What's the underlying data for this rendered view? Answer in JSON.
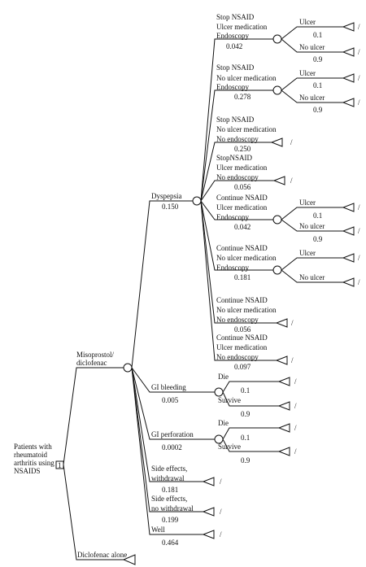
{
  "root": {
    "label_lines": [
      "Patients with",
      "rheumatoid",
      "arthritis using",
      "NSAIDS"
    ],
    "decision_symbol": "1"
  },
  "branches": {
    "miso": {
      "label_lines": [
        "Misoprostol/",
        "diclofenac"
      ]
    },
    "diclo": {
      "label": "Diclofenac alone"
    }
  },
  "dyspepsia": {
    "label": "Dyspepsia",
    "prob": "0.150"
  },
  "dyspepsia_strategies": [
    {
      "lines": [
        "Stop NSAID",
        "Ulcer medication",
        "Endoscopy"
      ],
      "prob": "0.042"
    },
    {
      "lines": [
        "Stop NSAID",
        "No ulcer medication",
        "Endoscopy"
      ],
      "prob": "0.278"
    },
    {
      "lines": [
        "Stop NSAID",
        "No ulcer medication",
        "No endoscopy"
      ],
      "prob": "0.250"
    },
    {
      "lines": [
        "StopNSAID",
        "Ulcer medication",
        "No endoscopy"
      ],
      "prob": "0.056"
    },
    {
      "lines": [
        "Continue NSAID",
        "Ulcer medication",
        "Endoscopy"
      ],
      "prob": "0.042"
    },
    {
      "lines": [
        "Continue NSAID",
        "No ulcer medication",
        "Endoscopy"
      ],
      "prob": "0.181"
    },
    {
      "lines": [
        "Continue NSAID",
        "No ulcer medication",
        "No endoscopy"
      ],
      "prob": "0.056"
    },
    {
      "lines": [
        "Continue NSAID",
        "Ulcer medication",
        "No endoscopy"
      ],
      "prob": "0.097"
    }
  ],
  "ulcer_outcomes": {
    "ulcer": "Ulcer",
    "no_ulcer": "No ulcer",
    "ulcer_prob": "0.1",
    "no_ulcer_prob": "0.9"
  },
  "gi_bleeding": {
    "label": "GI bleeding",
    "prob": "0.005",
    "die": "Die",
    "die_prob": "0.1",
    "survive": "Survive",
    "survive_prob": "0.9"
  },
  "gi_perforation": {
    "label": "GI perforation",
    "prob": "0.0002",
    "die": "Die",
    "die_prob": "0.1",
    "survive": "Survive",
    "survive_prob": "0.9"
  },
  "side_withdrawal": {
    "lines": [
      "Side effects,",
      "withdrawal"
    ],
    "prob": "0.181"
  },
  "side_no_withdrawal": {
    "lines": [
      "Side effects,",
      "no withdrawal"
    ],
    "prob": "0.199"
  },
  "well": {
    "label": "Well",
    "prob": "0.464"
  },
  "terminal_mark": "/"
}
